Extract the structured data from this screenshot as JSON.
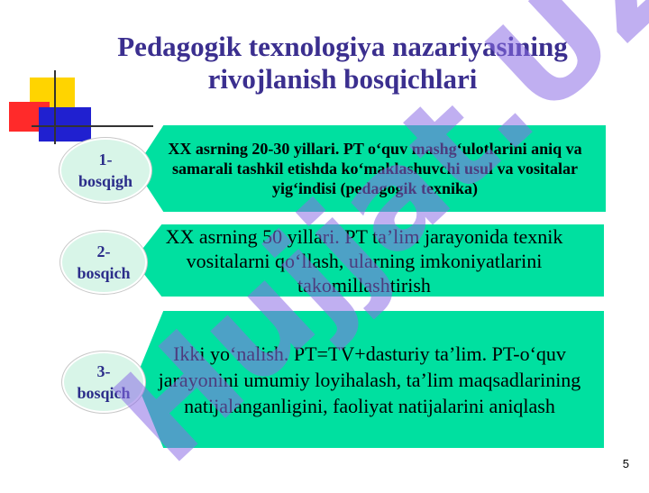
{
  "slide": {
    "title_line1": "Pedagogik texnologiya nazariyasining",
    "title_line2": "rivojlanish bosqichlari",
    "page_number": "5",
    "watermark": "Hujjat.UZ"
  },
  "stages": [
    {
      "label_num": "1-",
      "label_word": "bosqigh",
      "text": "XX asrning 20-30 yillari.  PT o‘quv mashg‘ulotlarini aniq va samarali tashkil etishda ko‘maklashuvchi usul va vositalar yig‘indisi (pedagogik texnika)"
    },
    {
      "label_num": "2-",
      "label_word": "bosqich",
      "text": "XX asrning 50 yillari. PT ta’lim jarayonida texnik vositalarni qo‘llash, ularning imkoniyatlarini takomillashtirish"
    },
    {
      "label_num": "3-",
      "label_word": "bosqich",
      "text": "Ikki yo‘nalish. PT=TV+dasturiy ta’lim. PT-o‘quv jarayonini umumiy loyihalash, ta’lim maqsadlarining natijalanganligini, faoliyat natijalarini aniqlash"
    }
  ],
  "colors": {
    "title": "#3b2f8f",
    "box_fill": "#00e0a0",
    "oval_fill": "#d8f5e8",
    "oval_text": "#2b2d8a",
    "watermark": "#8c6ee6"
  }
}
